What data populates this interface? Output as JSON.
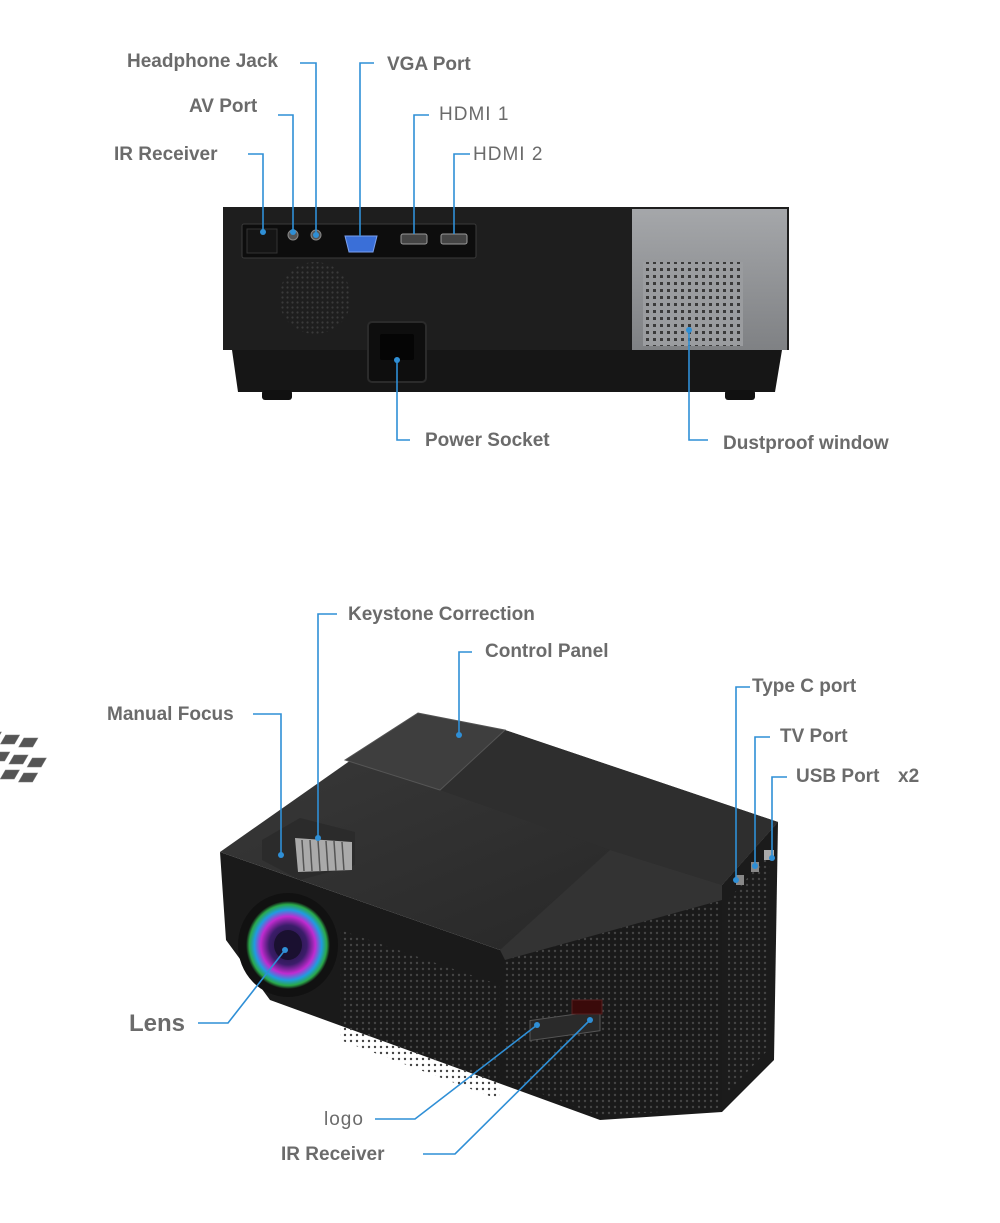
{
  "colors": {
    "leader_line": "#2f8fd6",
    "label_text": "#6b6b6b",
    "body_dark": "#1c1c1c",
    "body_top": "#2a2a2a",
    "vent_panel": "#8d8f92",
    "vga_blue": "#3a6fd8"
  },
  "back_view": {
    "labels": {
      "headphone_jack": "Headphone Jack",
      "vga_port": "VGA Port",
      "av_port": "AV Port",
      "hdmi1": "HDMI 1",
      "ir_receiver": "IR Receiver",
      "hdmi2": "HDMI 2",
      "power_socket": "Power Socket",
      "dustproof_window": "Dustproof window"
    }
  },
  "front_view": {
    "labels": {
      "keystone_correction": "Keystone Correction",
      "control_panel": "Control Panel",
      "type_c_port": "Type C port",
      "manual_focus": "Manual Focus",
      "tv_port": "TV Port",
      "usb_port": "USB Port",
      "usb_count": "x2",
      "lens": "Lens",
      "logo": "logo",
      "ir_receiver": "IR Receiver"
    }
  }
}
